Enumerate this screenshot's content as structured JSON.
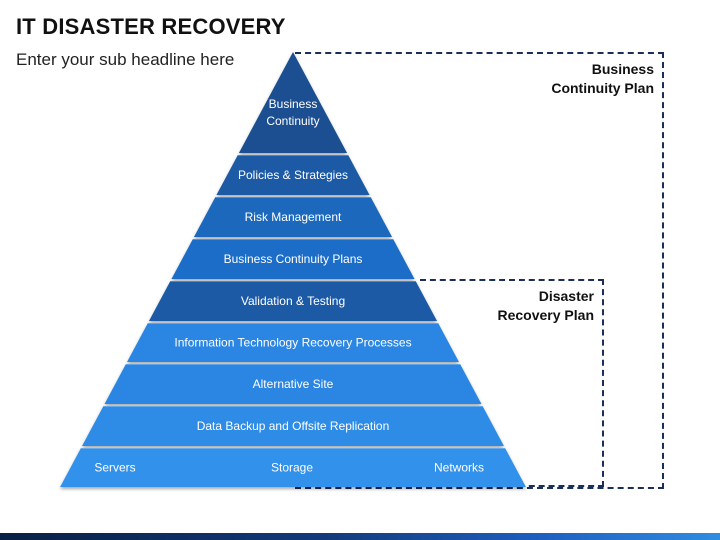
{
  "header": {
    "title": "IT DISASTER RECOVERY",
    "subtitle": "Enter your sub headline here"
  },
  "brackets": {
    "business_continuity_plan": [
      "Business",
      "Continuity Plan"
    ],
    "disaster_recovery_plan": [
      "Disaster",
      "Recovery Plan"
    ]
  },
  "pyramid": {
    "layers": [
      {
        "lines": [
          "Business",
          "Continuity"
        ],
        "color": "#1a4f91"
      },
      {
        "lines": [
          "Policies & Strategies"
        ],
        "color": "#1a5aa6"
      },
      {
        "lines": [
          "Risk Management"
        ],
        "color": "#1e68bd"
      },
      {
        "lines": [
          "Business Continuity Plans"
        ],
        "color": "#1f6dc7"
      },
      {
        "lines": [
          "Validation & Testing"
        ],
        "color": "#1a5aa6"
      },
      {
        "lines": [
          "Information Technology Recovery Processes"
        ],
        "color": "#2a86e2"
      },
      {
        "lines": [
          "Alternative Site"
        ],
        "color": "#2a86e2"
      },
      {
        "lines": [
          "Data Backup and Offsite Replication"
        ],
        "color": "#2f8ce6"
      }
    ],
    "base": {
      "items": [
        "Servers",
        "Storage",
        "Networks"
      ],
      "color": "#3391ea"
    }
  }
}
